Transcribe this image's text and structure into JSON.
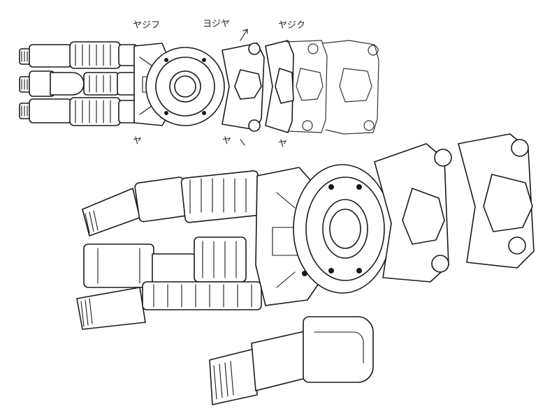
{
  "annotations": {
    "top_left": "ヤジフ",
    "top_mid": "ヨジヤ",
    "top_right": "ヤジク",
    "bottom_left": "ヤ",
    "bottom_mid": "ヤ",
    "bottom_right": "ヤ"
  }
}
